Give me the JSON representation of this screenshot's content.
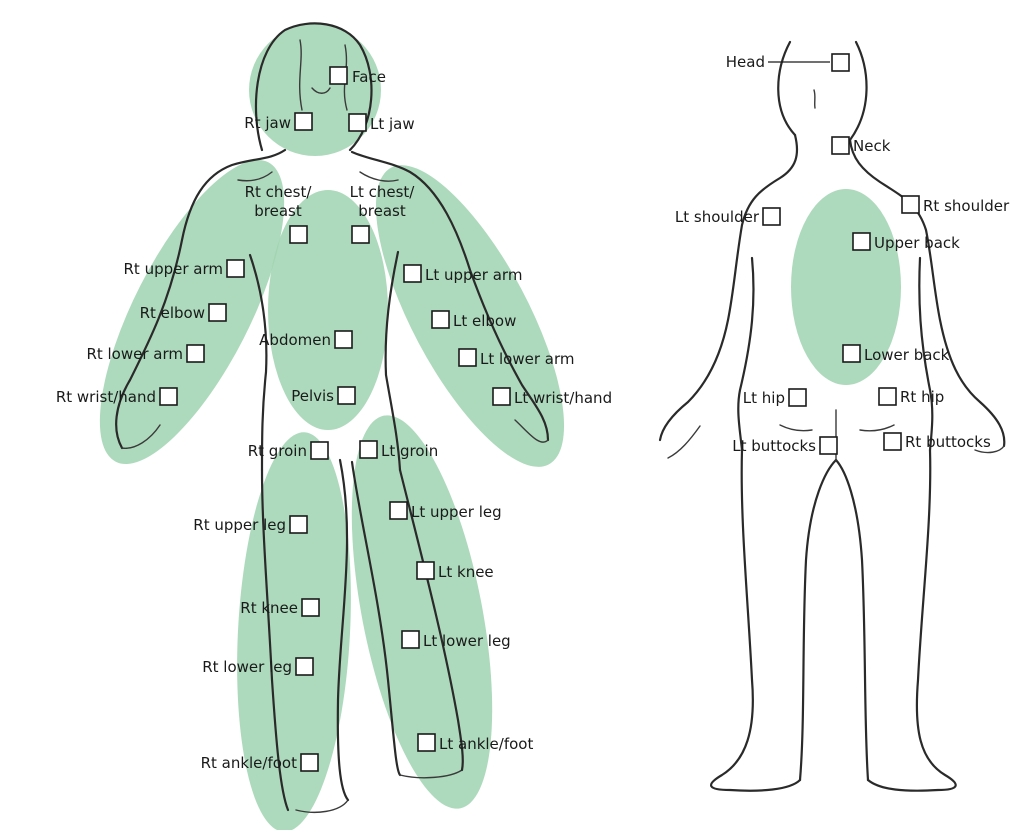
{
  "highlight_color": "#9fd4b0",
  "front_view": {
    "regions": [
      {
        "id": "face",
        "label": "Face",
        "highlighted": true
      },
      {
        "id": "rt-jaw",
        "label": "Rt jaw",
        "highlighted": true
      },
      {
        "id": "lt-jaw",
        "label": "Lt jaw",
        "highlighted": true
      },
      {
        "id": "rt-chest",
        "label_lines": [
          "Rt chest/",
          "breast"
        ],
        "highlighted": true
      },
      {
        "id": "lt-chest",
        "label_lines": [
          "Lt chest/",
          "breast"
        ],
        "highlighted": true
      },
      {
        "id": "rt-upper-arm",
        "label": "Rt upper arm",
        "highlighted": true
      },
      {
        "id": "lt-upper-arm",
        "label": "Lt upper arm",
        "highlighted": true
      },
      {
        "id": "rt-elbow",
        "label": "Rt elbow",
        "highlighted": true
      },
      {
        "id": "lt-elbow",
        "label": "Lt elbow",
        "highlighted": true
      },
      {
        "id": "abdomen",
        "label": "Abdomen",
        "highlighted": true
      },
      {
        "id": "rt-lower-arm",
        "label": "Rt lower arm",
        "highlighted": true
      },
      {
        "id": "lt-lower-arm",
        "label": "Lt lower arm",
        "highlighted": true
      },
      {
        "id": "rt-wrist-hand",
        "label": "Rt wrist/hand",
        "highlighted": true
      },
      {
        "id": "pelvis",
        "label": "Pelvis",
        "highlighted": true
      },
      {
        "id": "lt-wrist-hand",
        "label": "Lt wrist/hand",
        "highlighted": true
      },
      {
        "id": "rt-groin",
        "label": "Rt groin",
        "highlighted": true
      },
      {
        "id": "lt-groin",
        "label": "Lt groin",
        "highlighted": true
      },
      {
        "id": "rt-upper-leg",
        "label": "Rt upper leg",
        "highlighted": true
      },
      {
        "id": "lt-upper-leg",
        "label": "Lt upper leg",
        "highlighted": true
      },
      {
        "id": "lt-knee",
        "label": "Lt knee",
        "highlighted": true
      },
      {
        "id": "rt-knee",
        "label": "Rt knee",
        "highlighted": true
      },
      {
        "id": "lt-lower-leg",
        "label": "Lt lower leg",
        "highlighted": true
      },
      {
        "id": "rt-lower-leg",
        "label": "Rt lower leg",
        "highlighted": true
      },
      {
        "id": "lt-ankle-foot",
        "label": "Lt ankle/foot",
        "highlighted": true
      },
      {
        "id": "rt-ankle-foot",
        "label": "Rt ankle/foot",
        "highlighted": true
      }
    ]
  },
  "back_view": {
    "regions": [
      {
        "id": "head",
        "label": "Head",
        "highlighted": false
      },
      {
        "id": "neck",
        "label": "Neck",
        "highlighted": false
      },
      {
        "id": "lt-shoulder",
        "label": "Lt shoulder",
        "highlighted": false
      },
      {
        "id": "rt-shoulder",
        "label": "Rt shoulder",
        "highlighted": false
      },
      {
        "id": "upper-back",
        "label": "Upper back",
        "highlighted": true
      },
      {
        "id": "lower-back",
        "label": "Lower back",
        "highlighted": true
      },
      {
        "id": "lt-hip",
        "label": "Lt hip",
        "highlighted": false
      },
      {
        "id": "rt-hip",
        "label": "Rt hip",
        "highlighted": false
      },
      {
        "id": "lt-buttocks",
        "label": "Lt buttocks",
        "highlighted": false
      },
      {
        "id": "rt-buttocks",
        "label": "Rt buttocks",
        "highlighted": false
      }
    ]
  }
}
